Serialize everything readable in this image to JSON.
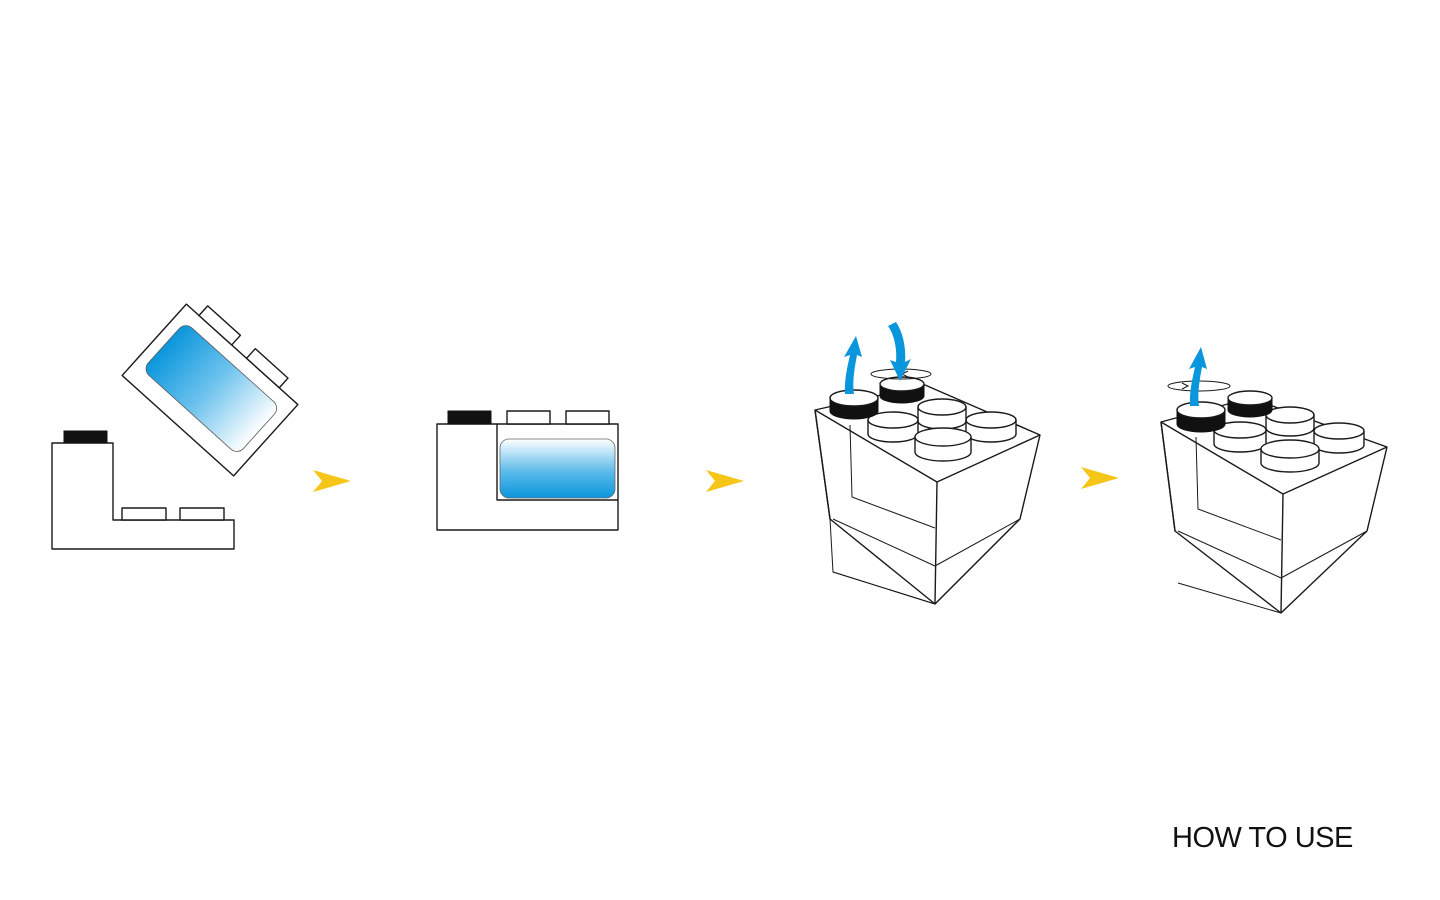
{
  "caption": "HOW TO USE",
  "steps": [
    {
      "name": "step-1",
      "description_icon": "brick-pour-icon"
    },
    {
      "name": "step-2",
      "description_icon": "brick-filled-icon"
    },
    {
      "name": "step-3",
      "description_icon": "brick-stud-swap-icon"
    },
    {
      "name": "step-4",
      "description_icon": "brick-stud-open-icon"
    }
  ],
  "colors": {
    "arrow": "#f5c518",
    "liquid": "#0a96dc",
    "liquid_light": "#ffffff",
    "stroke": "#1a1a1a",
    "active_stud": "#111111"
  }
}
